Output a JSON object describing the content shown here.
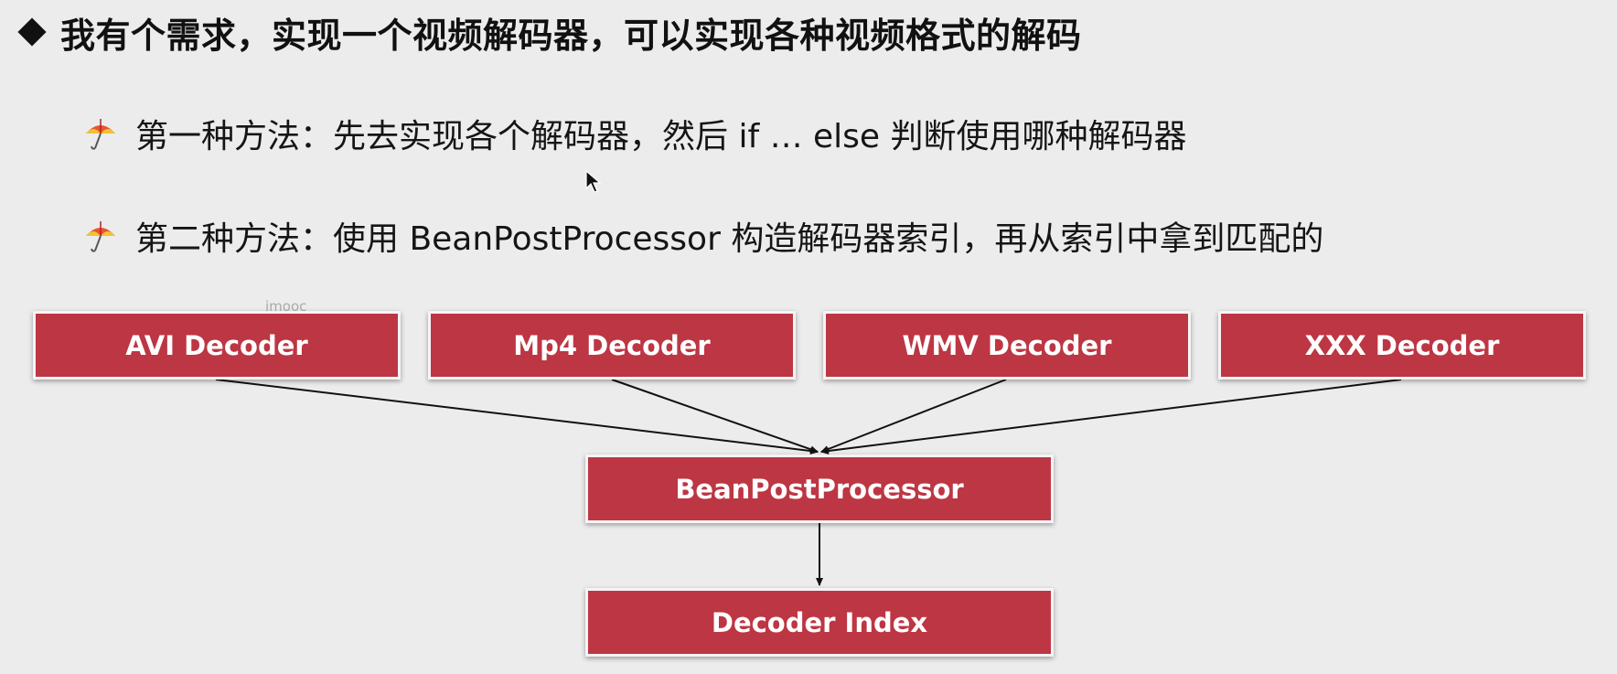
{
  "title": "我有个需求，实现一个视频解码器，可以实现各种视频格式的解码",
  "bullets": [
    {
      "icon": "umbrella-icon",
      "text": "第一种方法：先去实现各个解码器，然后 if … else 判断使用哪种解码器"
    },
    {
      "icon": "umbrella-icon",
      "text": "第二种方法：使用 BeanPostProcessor 构造解码器索引，再从索引中拿到匹配的"
    }
  ],
  "watermark": "imooc",
  "diagram": {
    "nodes": {
      "avi": "AVI Decoder",
      "mp4": "Mp4 Decoder",
      "wmv": "WMV Decoder",
      "xxx": "XXX Decoder",
      "bpp": "BeanPostProcessor",
      "index": "Decoder Index"
    },
    "edges": [
      [
        "avi",
        "bpp"
      ],
      [
        "mp4",
        "bpp"
      ],
      [
        "wmv",
        "bpp"
      ],
      [
        "xxx",
        "bpp"
      ],
      [
        "bpp",
        "index"
      ]
    ]
  },
  "colors": {
    "node_fill": "#bd3643",
    "node_text": "#ffffff",
    "background": "#ececec",
    "arrow": "#111111"
  }
}
